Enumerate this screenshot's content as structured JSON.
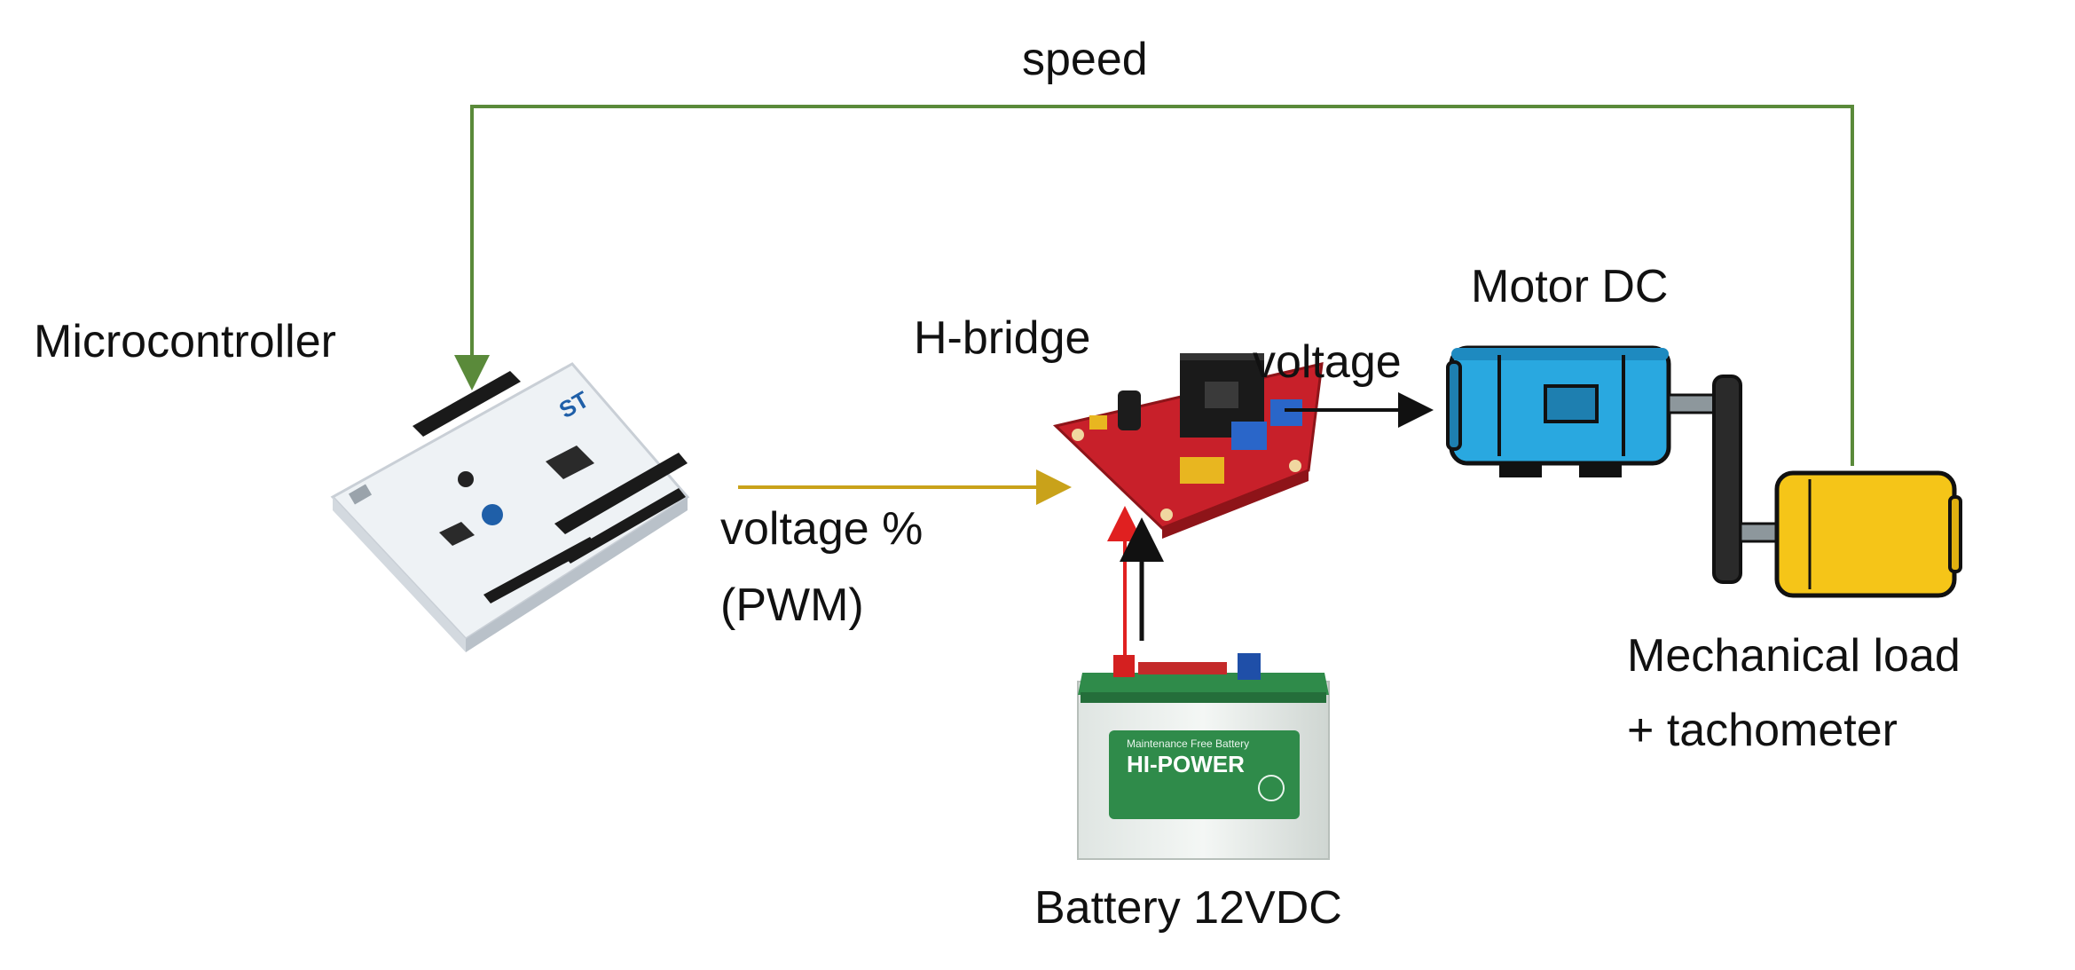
{
  "labels": {
    "speed": "speed",
    "microcontroller": "Microcontroller",
    "hbridge": "H-bridge",
    "voltage": "voltage",
    "motor": "Motor DC",
    "voltage_pct_line1": "voltage %",
    "voltage_pct_line2": "(PWM)",
    "load_line1": "Mechanical load",
    "load_line2": "+ tachometer",
    "battery": "Battery 12VDC"
  },
  "component_text": {
    "board_logo": "ST",
    "battery_brand": "HI-POWER",
    "battery_subtitle": "Maintenance Free Battery"
  },
  "colors": {
    "feedback_line": "#5a8a3a",
    "pwm_line": "#c9a21a",
    "power_positive": "#e02020",
    "power_negative": "#111111",
    "signal_line": "#111111",
    "motor_body": "#29a8e0",
    "load_body": "#f5c518",
    "hbridge_board": "#c8202a",
    "battery_case": "#e8ecea",
    "battery_lid": "#2f8b4a"
  },
  "icons": {
    "microcontroller": "microcontroller-board-icon",
    "hbridge": "h-bridge-board-icon",
    "motor": "dc-motor-icon",
    "load": "mechanical-load-icon",
    "battery": "car-battery-icon"
  }
}
